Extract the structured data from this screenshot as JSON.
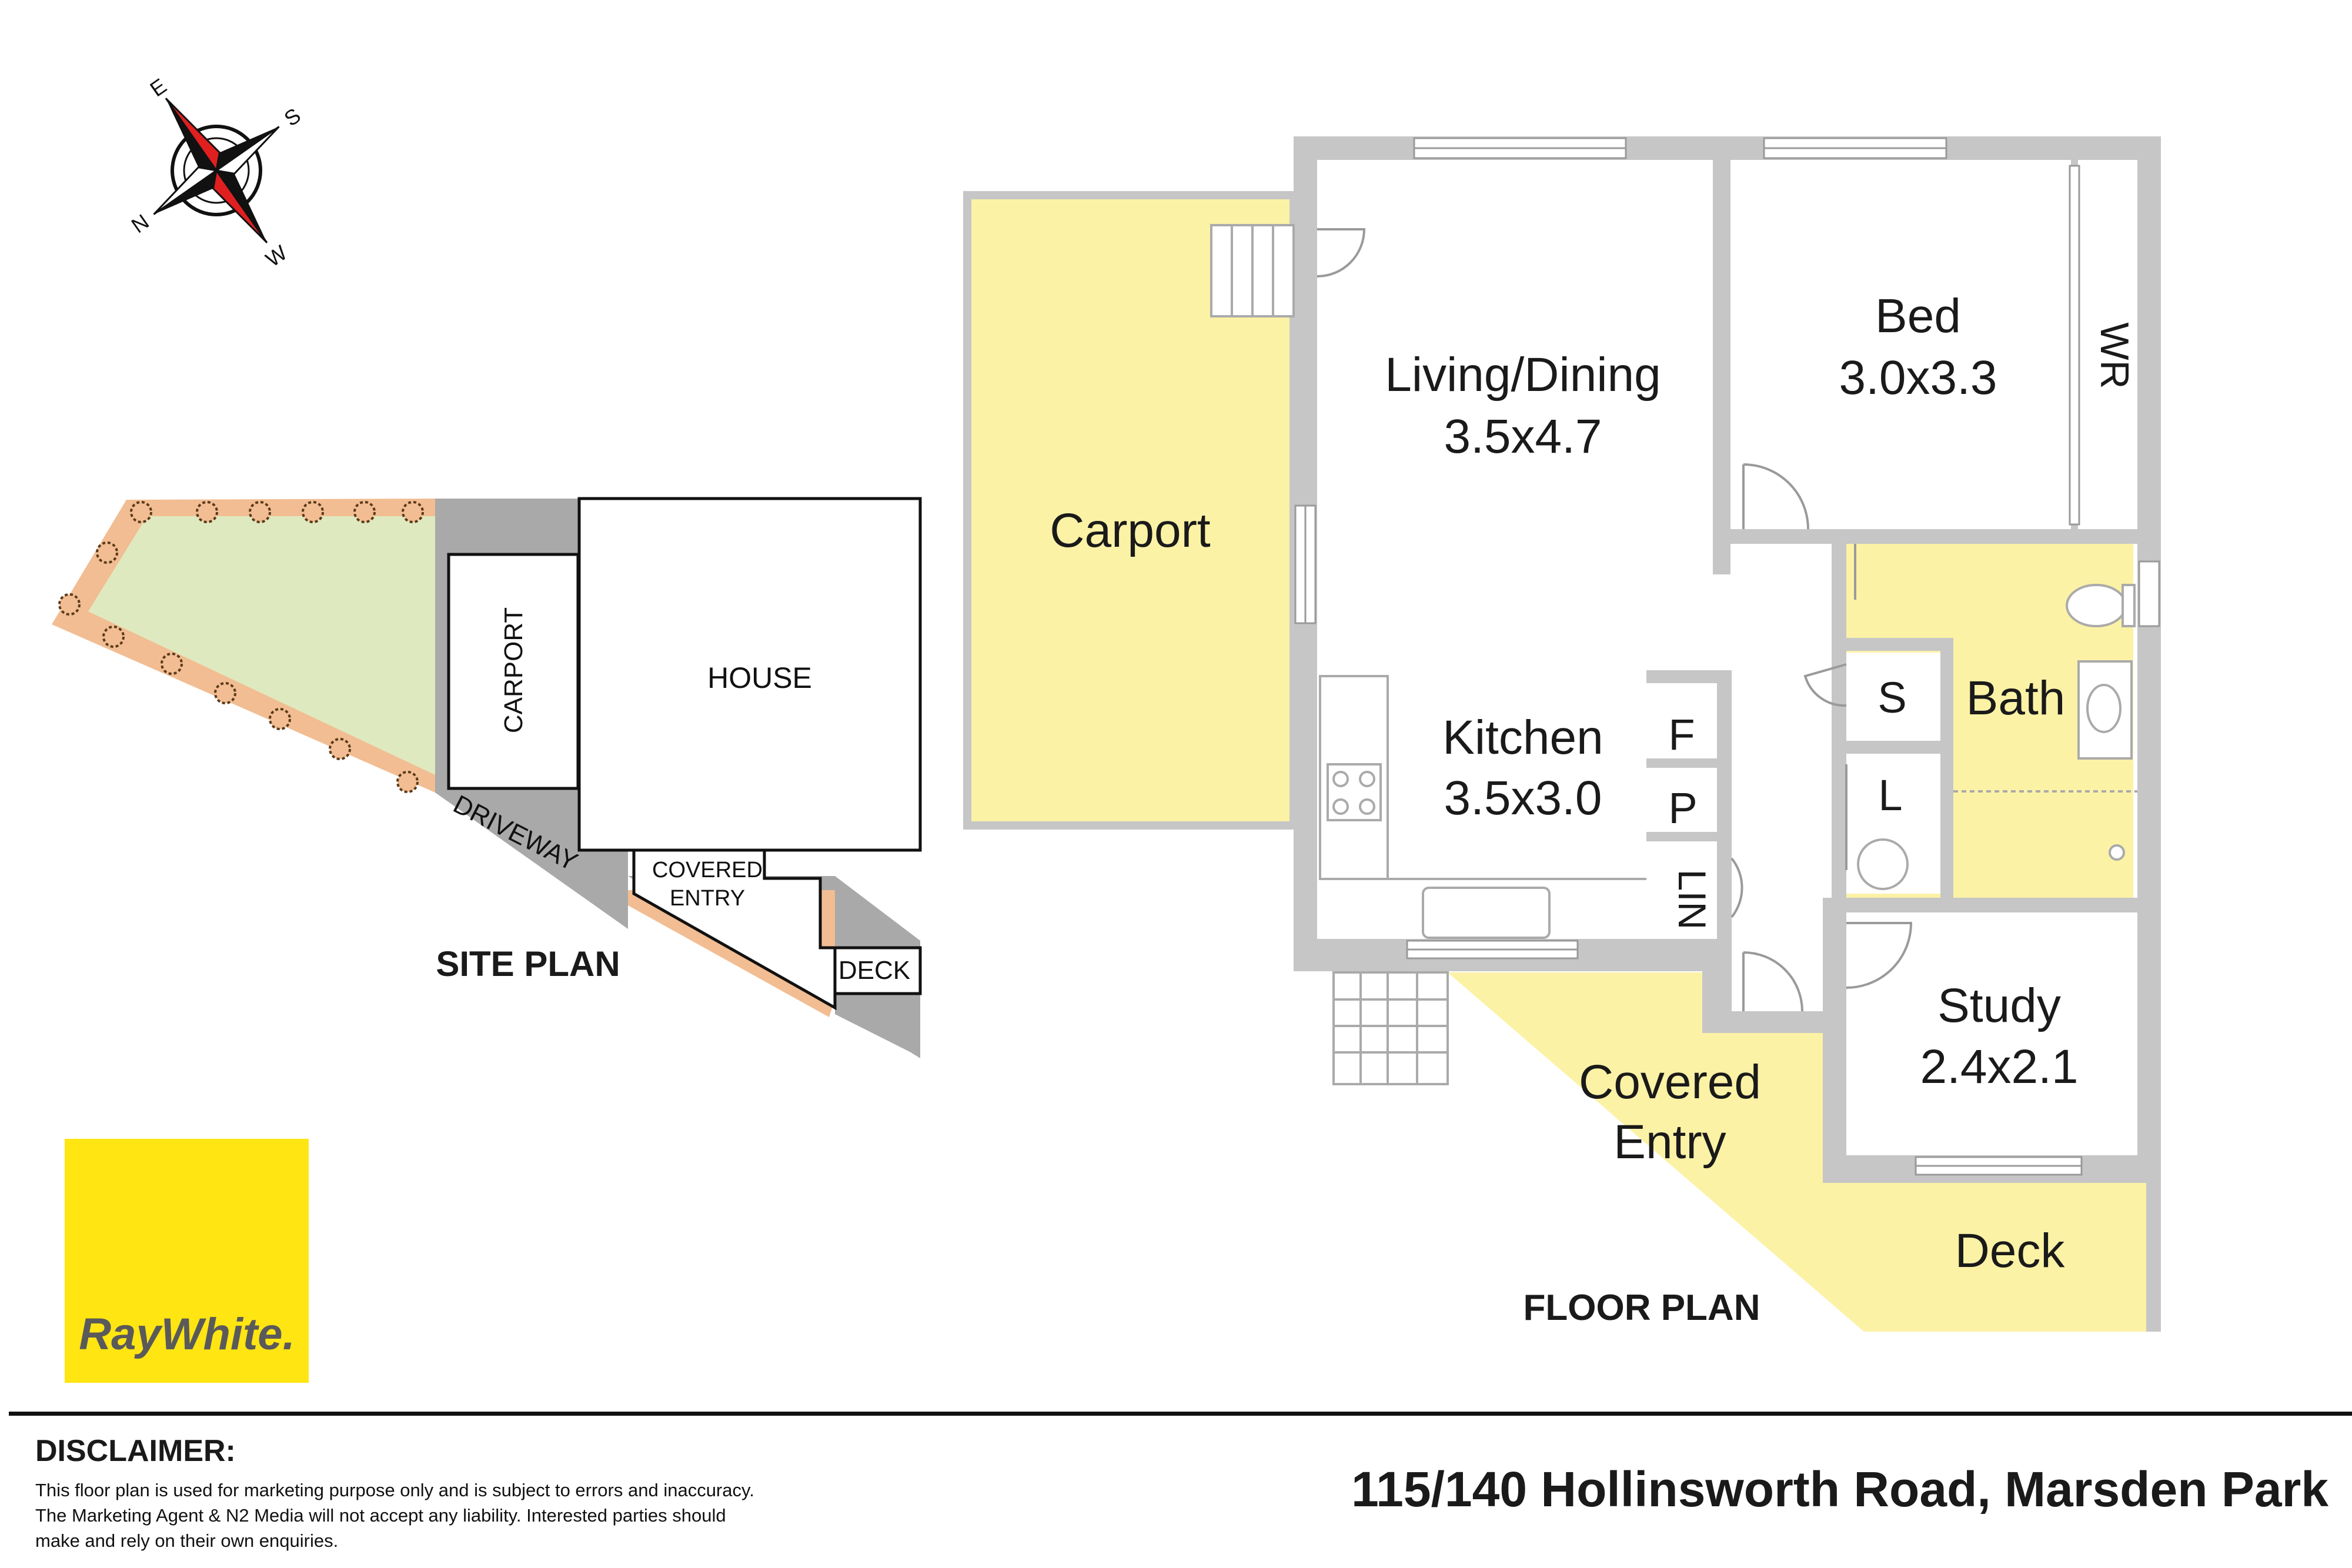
{
  "colors": {
    "wall": "#c6c6c6",
    "floor_yellow": "#fbf2a6",
    "site_grass": "#dfe9bf",
    "site_border": "#f2bd92",
    "brand_yellow": "#ffe512",
    "compass_red": "#e02020"
  },
  "compass": {
    "n": "N",
    "s": "S",
    "e": "E",
    "w": "W"
  },
  "site_plan": {
    "title": "SITE PLAN",
    "carport": "CARPORT",
    "house": "HOUSE",
    "driveway": "DRIVEWAY",
    "covered_entry_line1": "COVERED",
    "covered_entry_line2": "ENTRY",
    "deck": "DECK"
  },
  "floor_plan": {
    "title": "FLOOR PLAN",
    "carport": "Carport",
    "living_name": "Living/Dining",
    "living_size": "3.5x4.7",
    "bed_name": "Bed",
    "bed_size": "3.0x3.3",
    "wr": "WR",
    "kitchen_name": "Kitchen",
    "kitchen_size": "3.5x3.0",
    "fridge": "F",
    "pantry": "P",
    "linen": "LIN",
    "shower": "S",
    "laundry": "L",
    "bath": "Bath",
    "study_name": "Study",
    "study_size": "2.4x2.1",
    "covered_entry_line1": "Covered",
    "covered_entry_line2": "Entry",
    "deck": "Deck"
  },
  "logo": {
    "text": "RayWhite."
  },
  "disclaimer": {
    "heading": "DISCLAIMER:",
    "line1": "This floor plan is used for marketing purpose only and is subject to errors and inaccuracy.",
    "line2": "The Marketing Agent & N2 Media will not accept any liability. Interested parties should",
    "line3": "make and rely on their own enquiries."
  },
  "address": "115/140 Hollinsworth Road, Marsden Park"
}
